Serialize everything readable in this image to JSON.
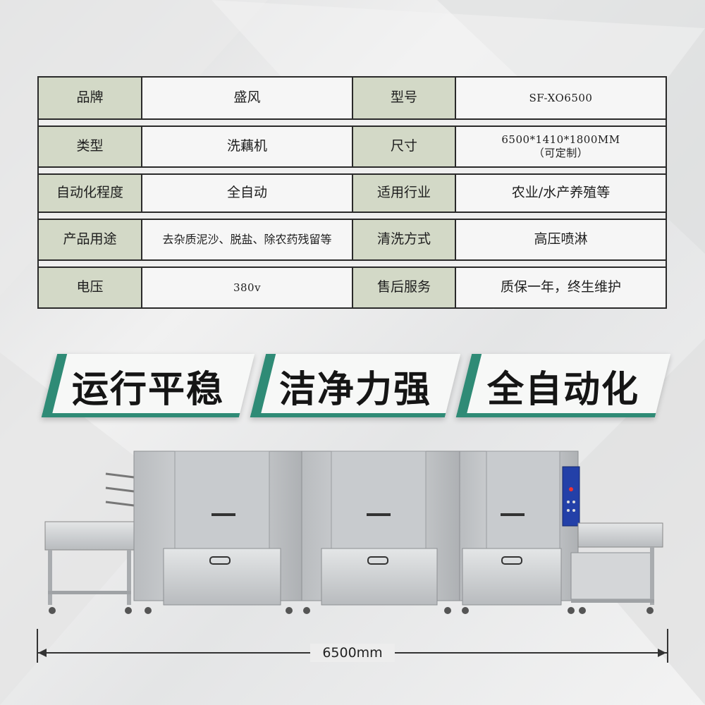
{
  "spec_table": {
    "rows": [
      {
        "label_a": "品牌",
        "value_a": "盛风",
        "label_b": "型号",
        "value_b": "SF-XO6500"
      },
      {
        "label_a": "类型",
        "value_a": "洗藕机",
        "label_b": "尺寸",
        "value_b": "6500*1410*1800MM\n（可定制）"
      },
      {
        "label_a": "自动化程度",
        "value_a": "全自动",
        "label_b": "适用行业",
        "value_b": "农业/水产养殖等"
      },
      {
        "label_a": "产品用途",
        "value_a": "去杂质泥沙、脱盐、除农药残留等",
        "label_b": "清洗方式",
        "value_b": "高压喷淋"
      },
      {
        "label_a": "电压",
        "value_a": "380v",
        "label_b": "售后服务",
        "value_b": "质保一年，终生维护"
      }
    ]
  },
  "features": [
    "运行平稳",
    "洁净力强",
    "全自动化"
  ],
  "dimension": {
    "label": "6500mm"
  },
  "colors": {
    "accent": "#2f8b76",
    "label_bg": "#d3d9c7",
    "border": "#2a2a2a"
  }
}
